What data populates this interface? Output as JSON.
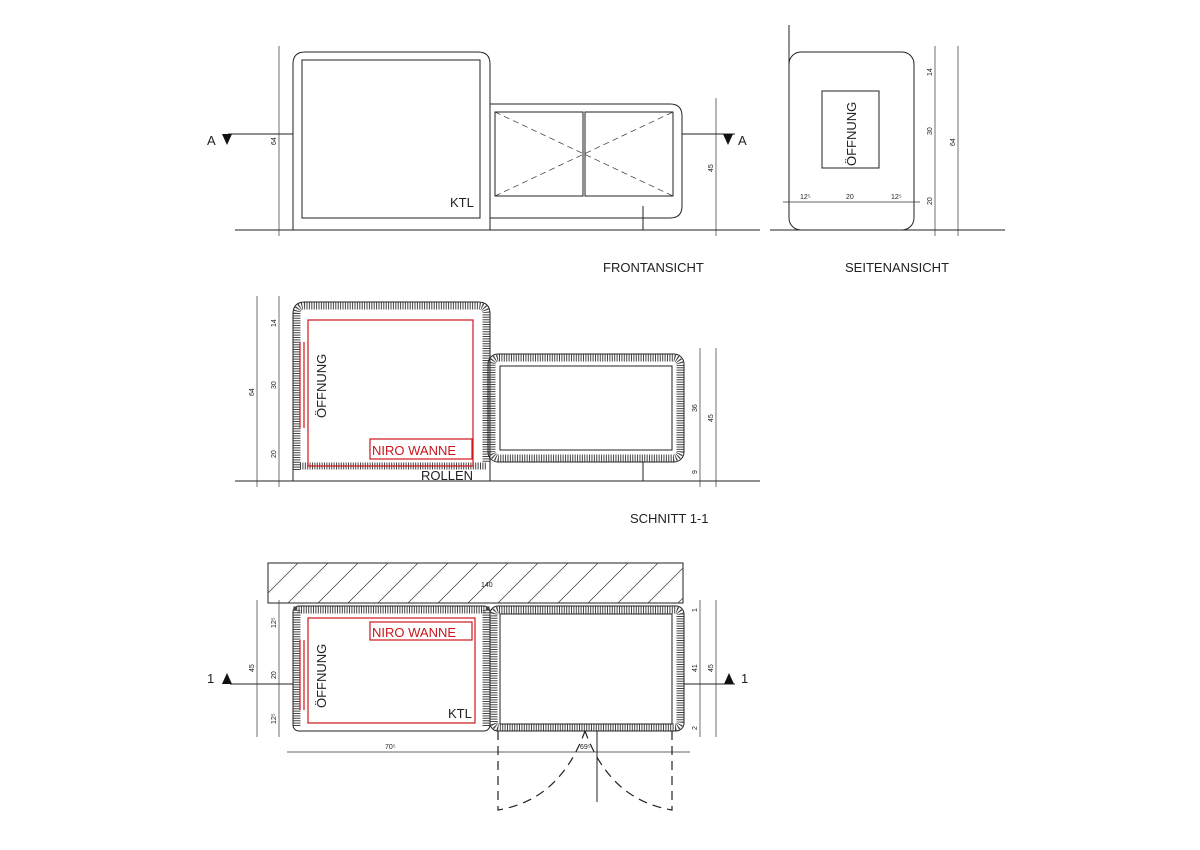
{
  "colors": {
    "line": "#222222",
    "red": "#c8161d"
  },
  "front": {
    "title": "FRONTANSICHT",
    "ktl": "KTL",
    "dim_height": "64",
    "dim_right": "45",
    "section_left": "A",
    "section_right": "A"
  },
  "side": {
    "title": "SEITENANSICHT",
    "opening": "ÖFFNUNG",
    "dims_vertical": [
      "14",
      "30",
      "20"
    ],
    "dim_total": "64",
    "dims_horizontal": [
      "12⁵",
      "20",
      "12⁵"
    ]
  },
  "section": {
    "title": "SCHNITT 1-1",
    "opening": "ÖFFNUNG",
    "tub": "NIRO WANNE",
    "wheels": "ROLLEN",
    "dim_total": "64",
    "dims_left": [
      "14",
      "30",
      "20"
    ],
    "dims_right": [
      "36",
      "9"
    ],
    "dim_right_total": "45"
  },
  "plan": {
    "counter_width": "140",
    "opening": "ÖFFNUNG",
    "tub": "NIRO WANNE",
    "ktl": "KTL",
    "section_left": "1",
    "section_right": "1",
    "dim_left_total": "45",
    "dims_left": [
      "12⁵",
      "20",
      "12⁵"
    ],
    "dims_right": [
      "1",
      "41",
      "2"
    ],
    "dim_right_total": "45",
    "dims_bottom": [
      "70⁵",
      "69⁵"
    ]
  }
}
